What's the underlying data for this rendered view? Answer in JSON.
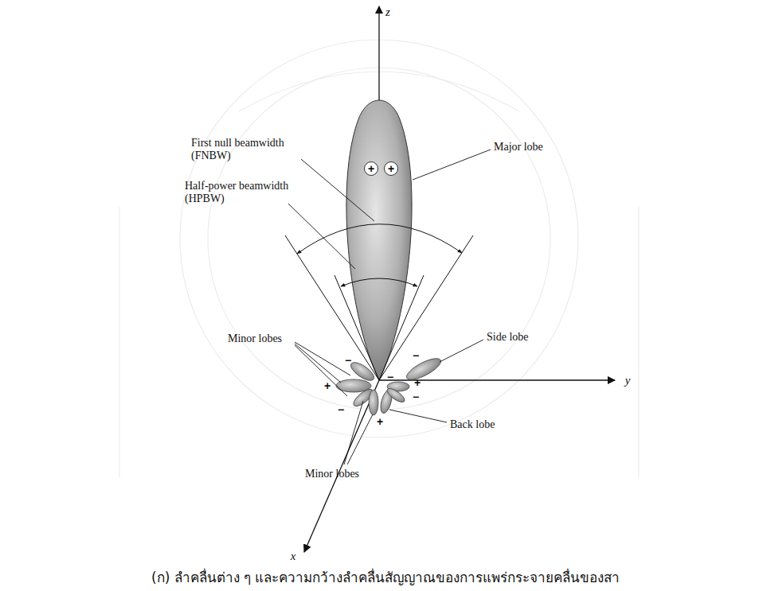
{
  "diagram": {
    "caption": "(ก) ลำคลื่นต่าง ๆ และความกว้างลำคลื่นสัญญาณของการแพร่กระจายคลื่นของสา",
    "labels": [
      "z",
      "First null beamwidth (FNBW)",
      "Major lobe",
      "Half-power beamwidth (HPBW)",
      "+",
      "+",
      "Minor lobes",
      "Side lobe",
      "−",
      "+",
      "−",
      "−",
      "−",
      "+",
      "−",
      "+",
      "Back lobe",
      "Minor lobes",
      "x",
      "y"
    ]
  }
}
